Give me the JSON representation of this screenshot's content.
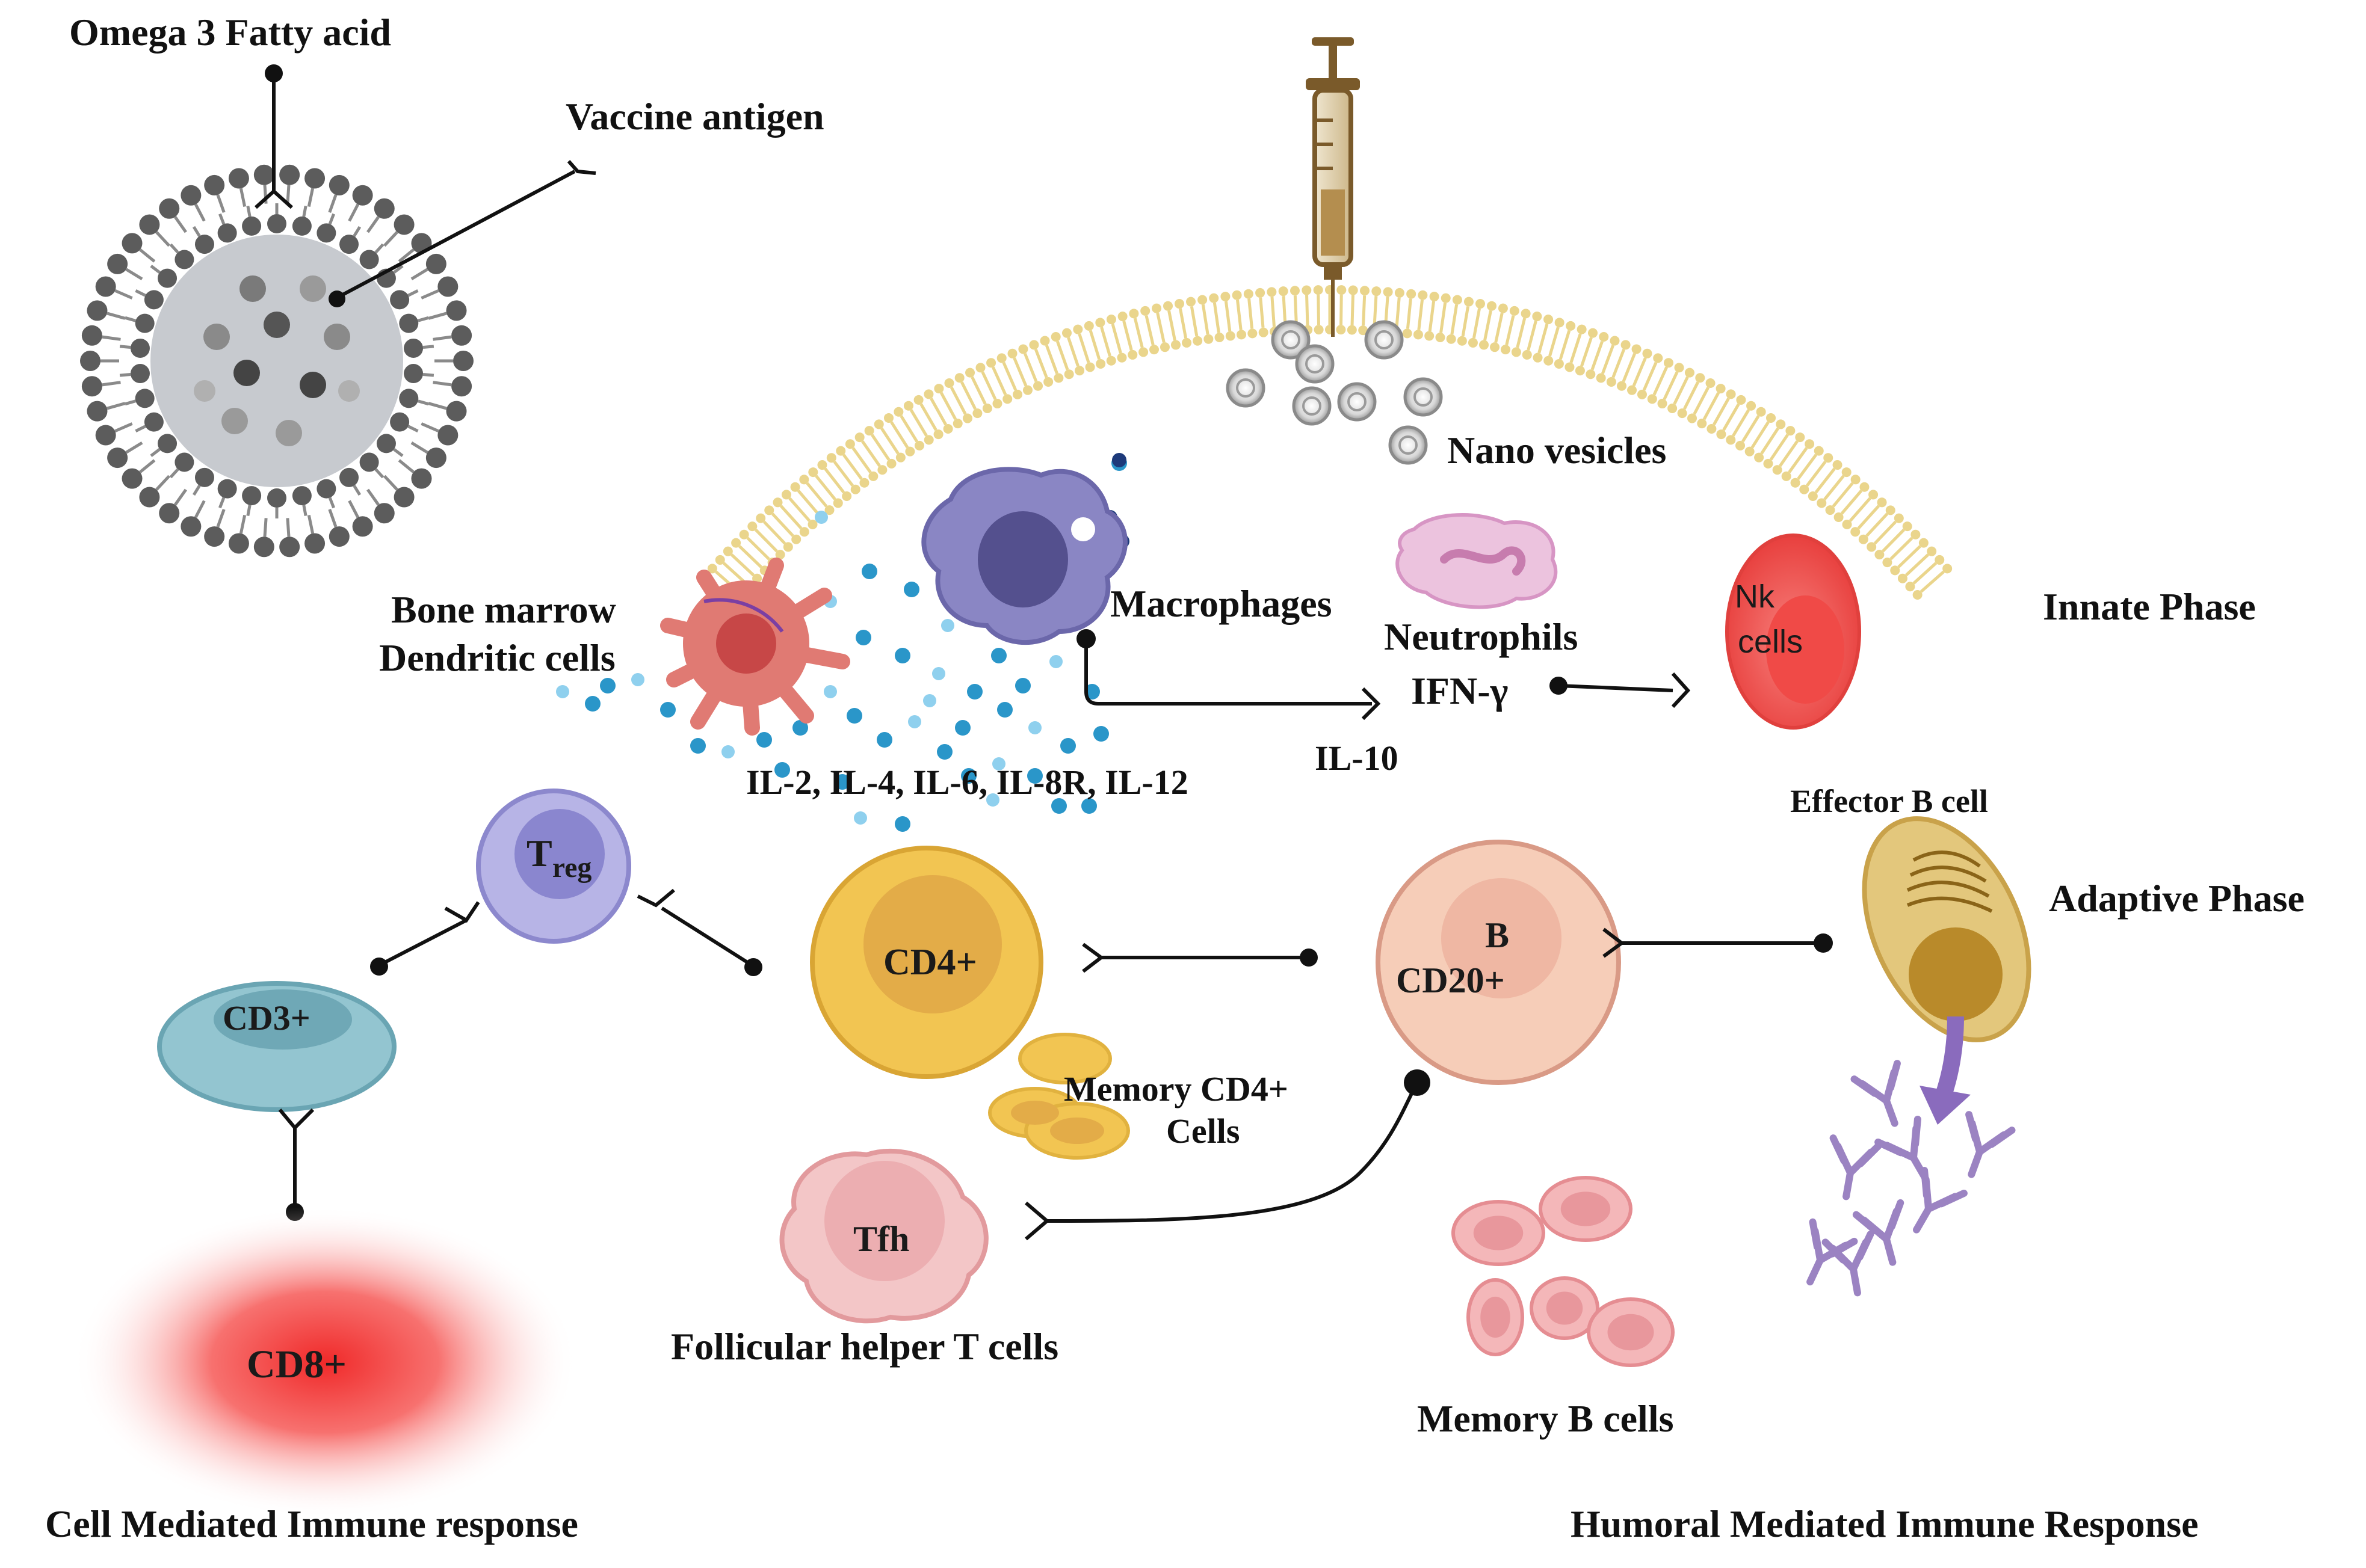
{
  "labels": {
    "omega3": "Omega 3 Fatty acid",
    "vaccine_antigen": "Vaccine antigen",
    "nano_vesicles": "Nano vesicles",
    "bone_marrow_line1": "Bone marrow",
    "bone_marrow_line2": "Dendritic cells",
    "macrophages": "Macrophages",
    "neutrophils": "Neutrophils",
    "ifn_gamma": "IFN-γ",
    "nk_line1": "Nk",
    "nk_line2": "cells",
    "innate_phase": "Innate Phase",
    "interleukins": "IL-2, IL-4, IL-6, IL-8R, IL-12",
    "il10": "IL-10",
    "treg_main": "T",
    "treg_sub": "reg",
    "effector_b": "Effector  B cell",
    "adaptive_phase": "Adaptive Phase",
    "cd3": "CD3+",
    "cd4": "CD4+",
    "b_line1": "B",
    "b_line2": "CD20+",
    "memory_cd4_line1": "Memory CD4+",
    "memory_cd4_line2": "Cells",
    "tfh": "Tfh",
    "follicular": "Follicular helper T cells",
    "cd8": "CD8+",
    "memory_b": "Memory B cells",
    "cell_mediated": "Cell Mediated Immune response",
    "humoral": "Humoral Mediated Immune Response"
  },
  "colors": {
    "membrane": "#5a5a5a",
    "membrane_core": "#c9ccd1",
    "bilayer": "#f2dfa0",
    "dendritic": "#e07a73",
    "macrophage": "#8a86c4",
    "neutrophil": "#e8b6d6",
    "nk": "#f0524f",
    "treg": "#a9a6de",
    "cd3": "#8ec3cf",
    "cd4": "#f2c552",
    "b_cell": "#f6cdb8",
    "tfh": "#f1b3b5",
    "effector_b": "#d6b25a",
    "memory_b": "#f1a3a6",
    "antibody": "#9b83c2",
    "cytokine": "#2a96c9",
    "cd8": "#f23b3b"
  }
}
